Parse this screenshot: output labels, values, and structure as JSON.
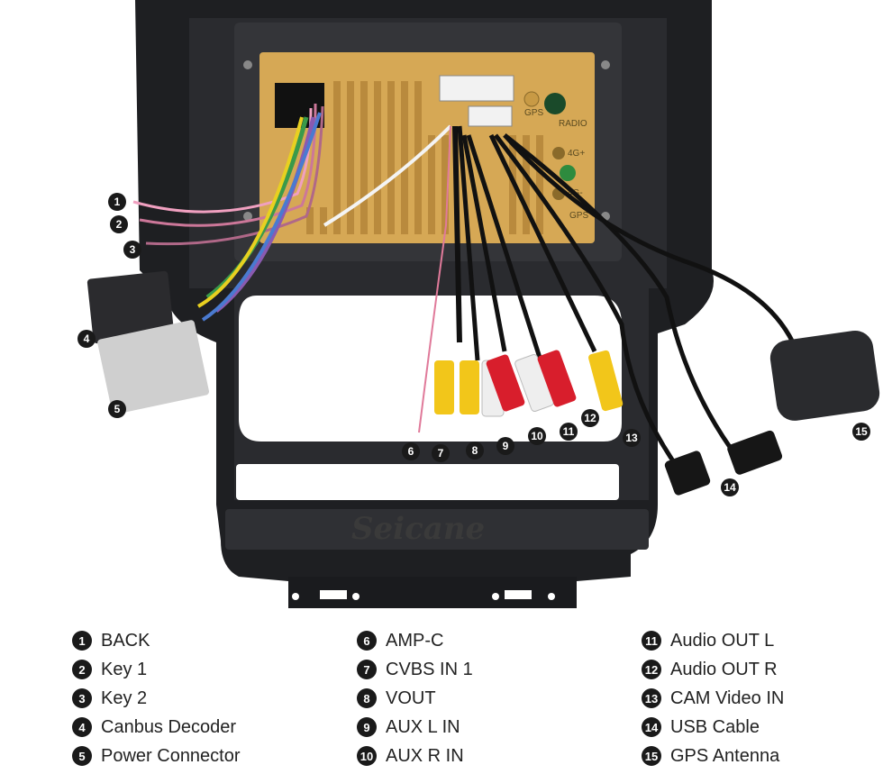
{
  "watermark": "Seicane",
  "board_labels": {
    "gps": "GPS",
    "radio": "RADIO",
    "lte_plus": "4G+",
    "lte_minus": "4G-",
    "gps2": "GPS"
  },
  "callouts": [
    "1",
    "2",
    "3",
    "4",
    "5",
    "6",
    "7",
    "8",
    "9",
    "10",
    "11",
    "12",
    "13",
    "14",
    "15"
  ],
  "legend": {
    "col1": [
      {
        "num": "1",
        "label": "BACK"
      },
      {
        "num": "2",
        "label": "Key 1"
      },
      {
        "num": "3",
        "label": "Key 2"
      },
      {
        "num": "4",
        "label": "Canbus Decoder"
      },
      {
        "num": "5",
        "label": "Power Connector"
      }
    ],
    "col2": [
      {
        "num": "6",
        "label": "AMP-C"
      },
      {
        "num": "7",
        "label": "CVBS IN 1"
      },
      {
        "num": "8",
        "label": "VOUT"
      },
      {
        "num": "9",
        "label": "AUX L IN"
      },
      {
        "num": "10",
        "label": "AUX R IN"
      }
    ],
    "col3": [
      {
        "num": "11",
        "label": "Audio OUT L"
      },
      {
        "num": "12",
        "label": "Audio OUT R"
      },
      {
        "num": "13",
        "label": "CAM Video IN"
      },
      {
        "num": "14",
        "label": "USB Cable"
      },
      {
        "num": "15",
        "label": "GPS Antenna"
      }
    ]
  }
}
